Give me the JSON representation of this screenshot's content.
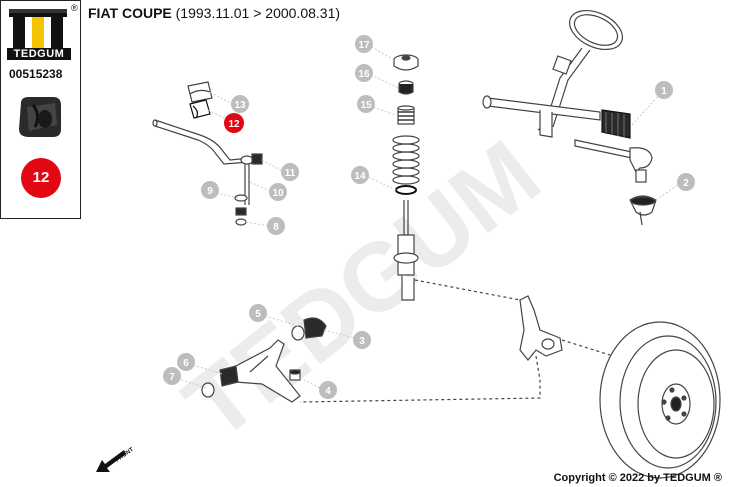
{
  "header": {
    "vehicle": "FIAT COUPE",
    "date_range": "(1993.11.01 > 2000.08.31)"
  },
  "sidebar": {
    "brand": "TEDGUM",
    "registered_mark": "®",
    "part_number": "00515238",
    "highlight_number": "12"
  },
  "diagram": {
    "watermark": "TEDGUM",
    "front_label": "FRONT",
    "callouts": [
      "1",
      "2",
      "3",
      "4",
      "5",
      "6",
      "7",
      "8",
      "9",
      "10",
      "11",
      "12",
      "13",
      "14",
      "15",
      "16",
      "17"
    ],
    "highlighted": "12"
  },
  "footer": {
    "copyright": "Copyright © 2022 by TEDGUM ®"
  },
  "colors": {
    "highlight_red": "#e30613",
    "callout_grey": "#bdbdbd",
    "watermark_grey": "#ececec"
  }
}
